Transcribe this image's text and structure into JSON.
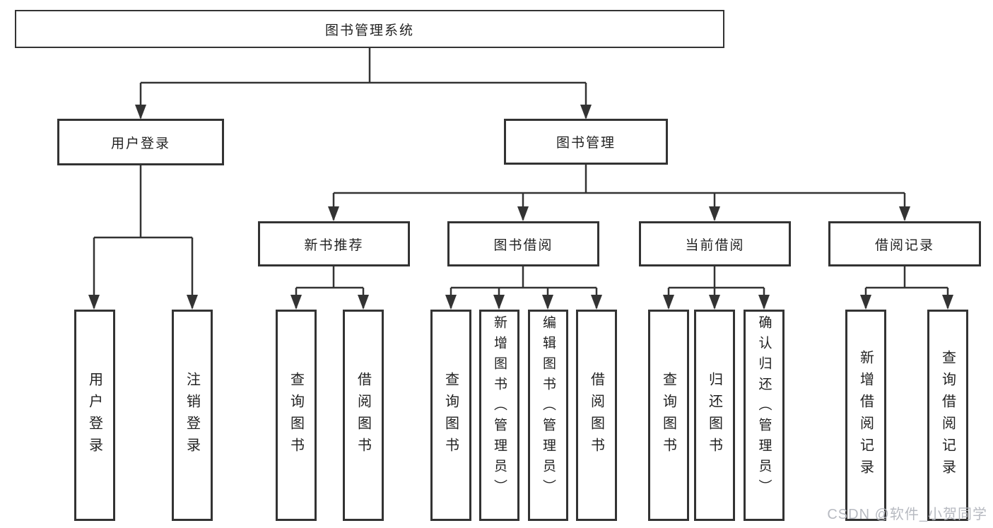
{
  "diagram": {
    "root": {
      "label": "图书管理系统"
    },
    "branches": [
      {
        "label": "用户登录",
        "children": [
          {
            "label": "用户登录"
          },
          {
            "label": "注销登录"
          }
        ]
      },
      {
        "label": "图书管理",
        "children": [
          {
            "label": "新书推荐",
            "children": [
              {
                "label": "查询图书"
              },
              {
                "label": "借阅图书"
              }
            ]
          },
          {
            "label": "图书借阅",
            "children": [
              {
                "label": "查询图书"
              },
              {
                "label": "新增图书（管理员）"
              },
              {
                "label": "编辑图书（管理员）"
              },
              {
                "label": "借阅图书"
              }
            ]
          },
          {
            "label": "当前借阅",
            "children": [
              {
                "label": "查询图书"
              },
              {
                "label": "归还图书"
              },
              {
                "label": "确认归还（管理员）"
              }
            ]
          },
          {
            "label": "借阅记录",
            "children": [
              {
                "label": "新增借阅记录"
              },
              {
                "label": "查询借阅记录"
              }
            ]
          }
        ]
      }
    ],
    "line_color": "#333333",
    "box_fill": "#ffffff",
    "text_color": "#222222"
  },
  "watermark": {
    "text": "CSDN @软件_小贺同学",
    "color": "#b4b7be"
  }
}
